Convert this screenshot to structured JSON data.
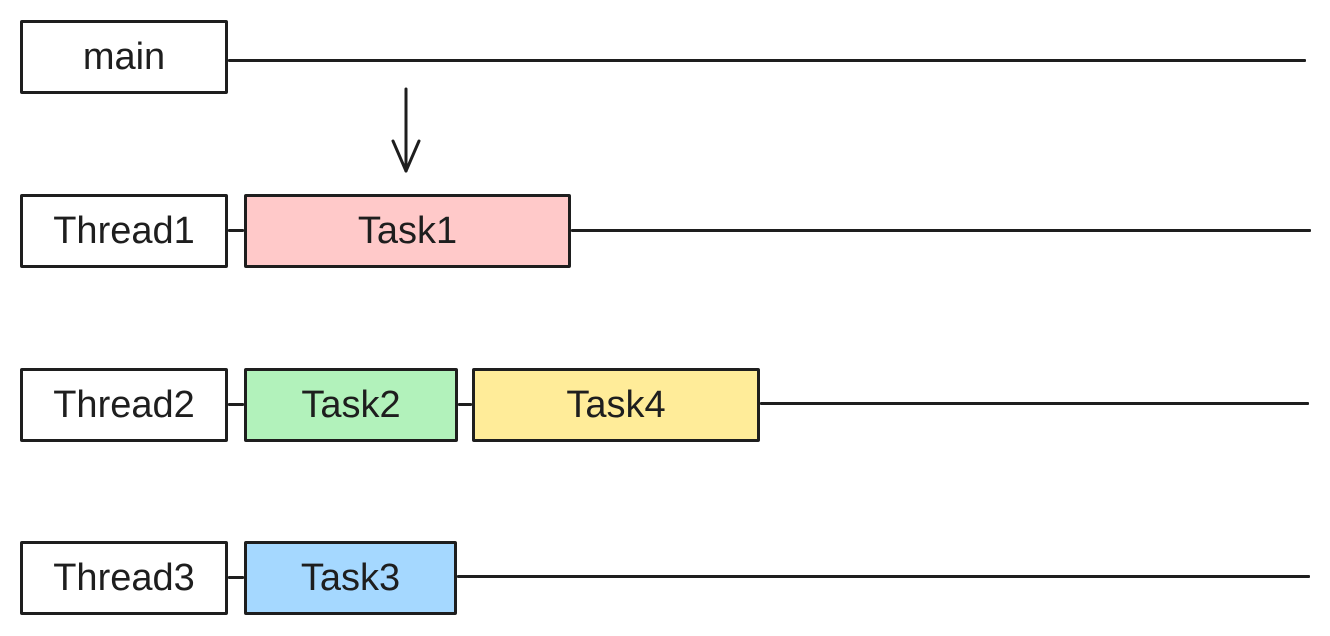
{
  "threads": [
    {
      "label": "main",
      "tasks": []
    },
    {
      "label": "Thread1",
      "tasks": [
        {
          "label": "Task1",
          "color": "#ffc9c9"
        }
      ]
    },
    {
      "label": "Thread2",
      "tasks": [
        {
          "label": "Task2",
          "color": "#b2f2bb"
        },
        {
          "label": "Task4",
          "color": "#ffec99"
        }
      ]
    },
    {
      "label": "Thread3",
      "tasks": [
        {
          "label": "Task3",
          "color": "#a5d8ff"
        }
      ]
    }
  ],
  "arrow": {
    "from": "main",
    "to": "Task1",
    "icon": "arrow-down-icon"
  },
  "colors": {
    "stroke": "#1e1e1e",
    "background": "#ffffff"
  }
}
